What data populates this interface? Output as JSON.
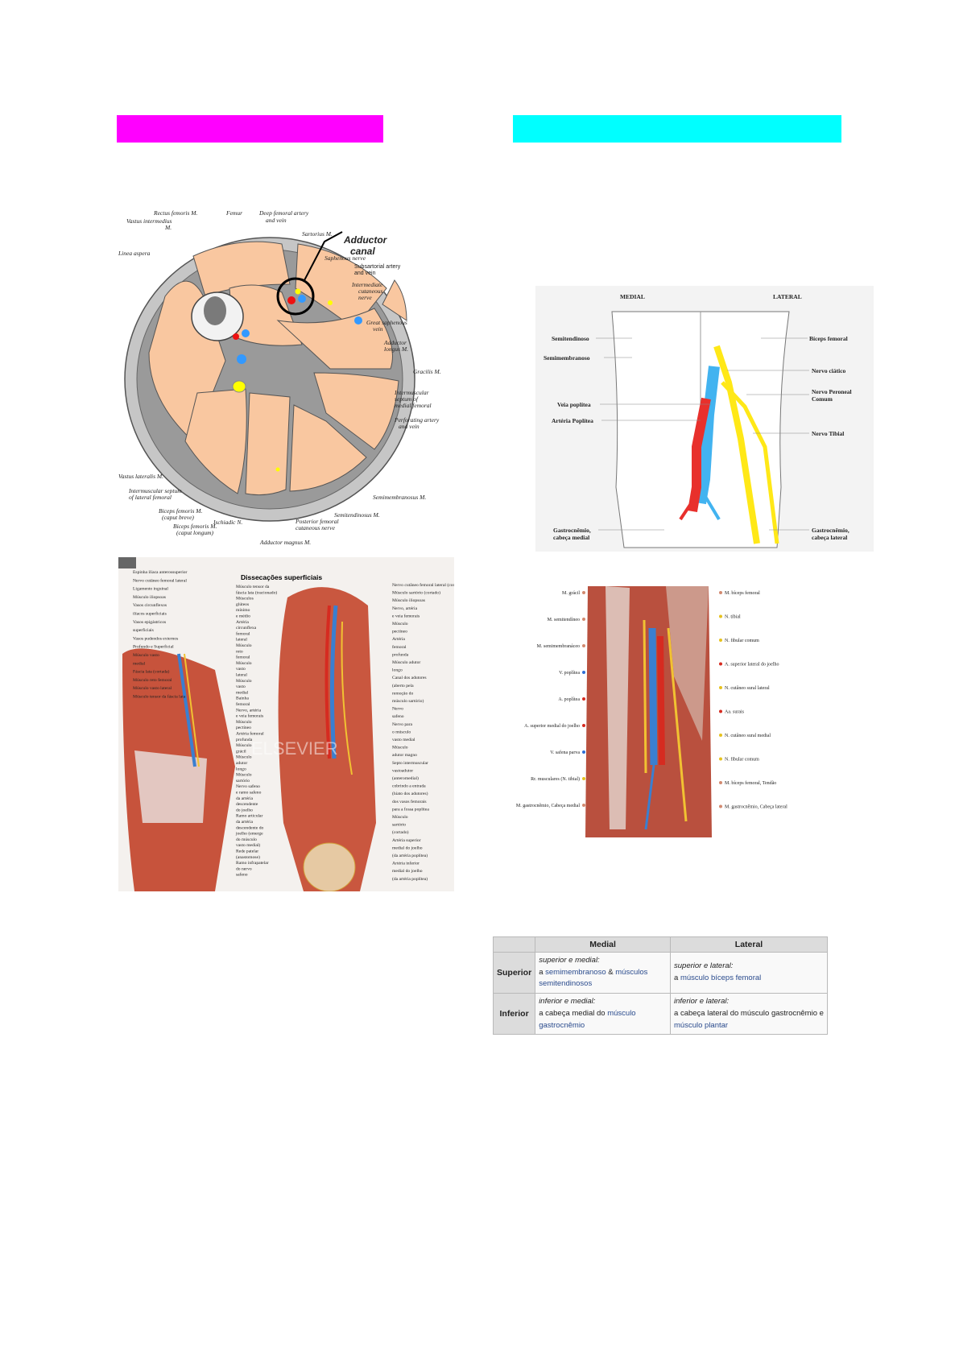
{
  "header_bars": {
    "magenta": "#ff00ff",
    "cyan": "#00ffff"
  },
  "cross_section": {
    "labels": {
      "rectus": "Rectus femoris M.",
      "femur": "Femur",
      "deep": "Deep femoral artery",
      "deep2": "and vein",
      "vastus_int": "Vastus intermedius",
      "vastus_int2": "M.",
      "sartorius": "Sartorius M.",
      "adductor_canal": "Adductor",
      "adductor_canal2": "canal",
      "linea": "Linea aspera",
      "saphenous": "Saphenous nerve",
      "subsartorial": "Subsartorial artery",
      "subsartorial2": "and vein",
      "intermedial": "Intermediate",
      "intermedial2": "cutaneous",
      "intermedial3": "nerve",
      "great_saph": "Great saphenous",
      "great_saph2": "vein",
      "add_longus": "Adductor",
      "add_longus2": "longus M.",
      "gracilis": "Gracilis M.",
      "intermusc_med": "Intermuscular",
      "intermusc_med2": "septum of",
      "intermusc_med3": "medial femoral",
      "perforating": "Perforating artery",
      "perforating2": "and vein",
      "vastus_lat": "Vastus lateralis M.",
      "intermusc_lat": "Intermuscular septum",
      "intermusc_lat2": "of lateral femoral",
      "semimem": "Semimembranosus M.",
      "biceps_brevis": "Biceps femoris M.",
      "biceps_brevis2": "(caput breve)",
      "biceps_longus": "Biceps femoris M.",
      "biceps_longus2": "(caput longum)",
      "ischiadic": "Ischiadic N.",
      "semitend": "Semitendinosus M.",
      "post_fem": "Posterior femoral",
      "post_fem2": "cutaneous nerve",
      "add_magnus": "Adductor magnus M."
    }
  },
  "popliteal_schema": {
    "medial": "MEDIAL",
    "lateral": "LATERAL",
    "left_labels": [
      "Semitendinoso",
      "Semimembranoso",
      "Veia poplítea",
      "Artéria Poplítea",
      "Gastrocnêmio,",
      "cabeça medial"
    ],
    "right_labels": [
      "Bíceps femoral",
      "Nervo ciático",
      "Nervo Peroneal",
      "Comum",
      "Nervo Tibial",
      "Gastrocnêmio,",
      "cabeça lateral"
    ]
  },
  "netter": {
    "title": "Dissecações superficiais",
    "watermark": "ELSEVIER",
    "left_labels": [
      "Espinha ilíaca anterossuperior",
      "Nervo cutâneo femoral lateral",
      "Ligamento inguinal",
      "Músculo iliopsoas",
      "Vasos circunflexos",
      "ilíacos superficiais",
      "Vasos epigástricos",
      "superficiais",
      "Vasos pudendos externos",
      "Profundo e Superficial",
      "Músculo vasto",
      "medial",
      "Fáscia lata (cortada)",
      "Músculo reto femoral",
      "Músculo vasto lateral",
      "Músculo tensor da fáscia lata"
    ],
    "middle_labels": [
      "Músculo tensor da",
      "fáscia lata (tracionado)",
      "Músculos",
      "glúteos",
      "mínimo",
      "e médio",
      "Artéria",
      "circunflexa",
      "femoral",
      "lateral",
      "Músculo",
      "reto",
      "femoral",
      "Músculo",
      "vasto",
      "lateral",
      "Músculo",
      "vasto",
      "medial",
      "Bainha",
      "femoral",
      "Nervo, artéria",
      "e veia femorais",
      "Músculo",
      "pectíneo",
      "Artéria femoral",
      "profunda",
      "Músculo",
      "grácil",
      "Músculo",
      "adutor",
      "longo",
      "Músculo",
      "sartório",
      "Nervo safeno",
      "e ramo safeno",
      "da artéria",
      "descendente",
      "do joelho",
      "Ramo articular",
      "da artéria",
      "descendente do",
      "joelho (emerge",
      "do músculo",
      "vasto medial)",
      "Rede patelar",
      "(anastomose)",
      "Ramo infrapatelar",
      "do nervo",
      "safeno"
    ],
    "right_labels": [
      "Nervo cutâneo femoral lateral (cortado)",
      "Músculo sartório (cortado)",
      "Músculo iliopsoas",
      "Nervo, artéria",
      "e veia femorais",
      "Músculo",
      "pectíneo",
      "Artéria",
      "femoral",
      "profunda",
      "Músculo adutor",
      "longo",
      "Canal dos adutores",
      "(aberto pela",
      "remoção do",
      "músculo sartório)",
      "Nervo",
      "safeno",
      "Nervo para",
      "o músculo",
      "vasto medial",
      "Músculo",
      "adutor magno",
      "Septo intermuscular",
      "vastoadutor",
      "(anteromedial)",
      "cobrindo a entrada",
      "(hiato dos adutores)",
      "dos vasos femorais",
      "para a fossa poplítea",
      "Músculo",
      "sartório",
      "(cortado)",
      "Artéria superior",
      "medial do joelho",
      "(da artéria poplítea)",
      "Artéria inferior",
      "medial do joelho",
      "(da artéria poplítea)"
    ]
  },
  "popliteal_dissection": {
    "left_labels": [
      "M. grácil",
      "M. semitendíneo",
      "M. semimembranáceo",
      "V. poplítea",
      "A. poplítea",
      "A. superior medial do joelho",
      "V. safena parva",
      "Rr. musculares (N. tibial)",
      "M. gastrocnêmio, Cabeça medial"
    ],
    "right_labels": [
      "M. bíceps femoral",
      "N. tibial",
      "N. fibular comum",
      "A. superior lateral do joelho",
      "N. cutâneo sural lateral",
      "Aa. surais",
      "N. cutâneo sural medial",
      "N. fibular comum",
      "M. bíceps femoral, Tendão",
      "M. gastrocnêmio, Cabeça lateral"
    ]
  },
  "table": {
    "col_medial": "Medial",
    "col_lateral": "Lateral",
    "row_superior": "Superior",
    "row_inferior": "Inferior",
    "sup_med_it": "superior e medial:",
    "sup_med_a": "a ",
    "sup_med_l1": "semimembranoso",
    "sup_med_amp": " & ",
    "sup_med_l2": "músculos semitendinosos",
    "sup_lat_it": "superior e lateral:",
    "sup_lat_a": "a ",
    "sup_lat_l1": "músculo bíceps femoral",
    "inf_med_it": "inferior e medial:",
    "inf_med_a": "a cabeça medial do ",
    "inf_med_l1": "músculo gastrocnêmio",
    "inf_lat_it": "inferior e lateral:",
    "inf_lat_a": "a cabeça lateral do músculo gastrocnêmio e ",
    "inf_lat_l1": "músculo plantar"
  }
}
